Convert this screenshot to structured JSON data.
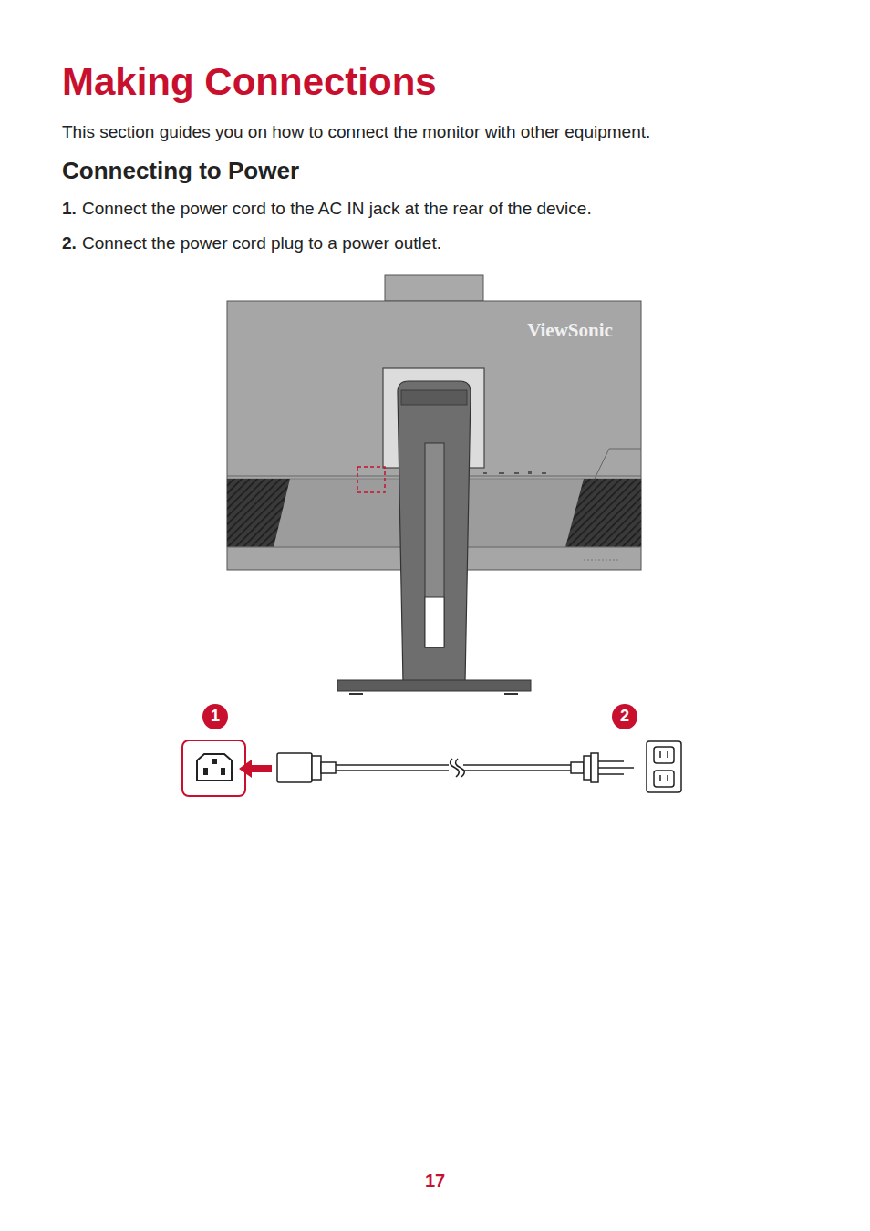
{
  "diagram": {
    "title": "Making Connections",
    "labels": [
      "This section guides you on how to connect the monitor with other equipment.",
      "Connecting to Power",
      "1.",
      "Connect the power cord to the AC IN jack at the rear of the device.",
      "2.",
      "Connect the power cord plug to a power outlet.",
      "ViewSonic",
      "1",
      "2",
      "17"
    ]
  }
}
